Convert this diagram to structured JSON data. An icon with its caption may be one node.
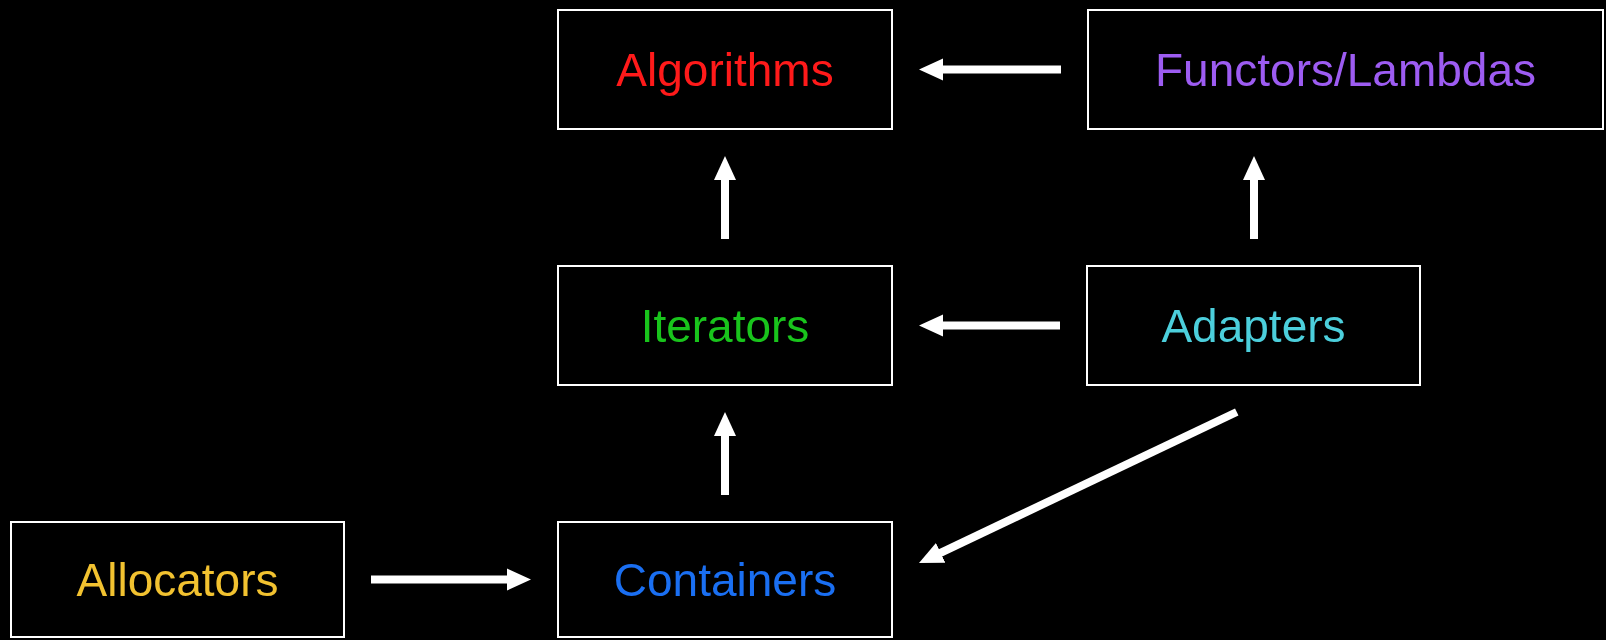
{
  "diagram": {
    "nodes": [
      {
        "text": [
          "Algorithms"
        ]
      },
      {
        "text": [
          "Functors/Lambdas"
        ]
      },
      {
        "text": [
          "Iterators"
        ]
      },
      {
        "text": [
          "Adapters"
        ]
      },
      {
        "text": [
          "Allocators"
        ]
      },
      {
        "text": [
          "Containers"
        ]
      }
    ],
    "edges": [
      {
        "from": 1,
        "to": 0,
        "arrow": "to"
      },
      {
        "from": 2,
        "to": 0,
        "arrow": "to"
      },
      {
        "from": 3,
        "to": 1,
        "arrow": "to"
      },
      {
        "from": 3,
        "to": 2,
        "arrow": "to"
      },
      {
        "from": 5,
        "to": 2,
        "arrow": "to"
      },
      {
        "from": 4,
        "to": 5,
        "arrow": "to"
      },
      {
        "from": 3,
        "to": 5,
        "arrow": "to"
      }
    ]
  }
}
